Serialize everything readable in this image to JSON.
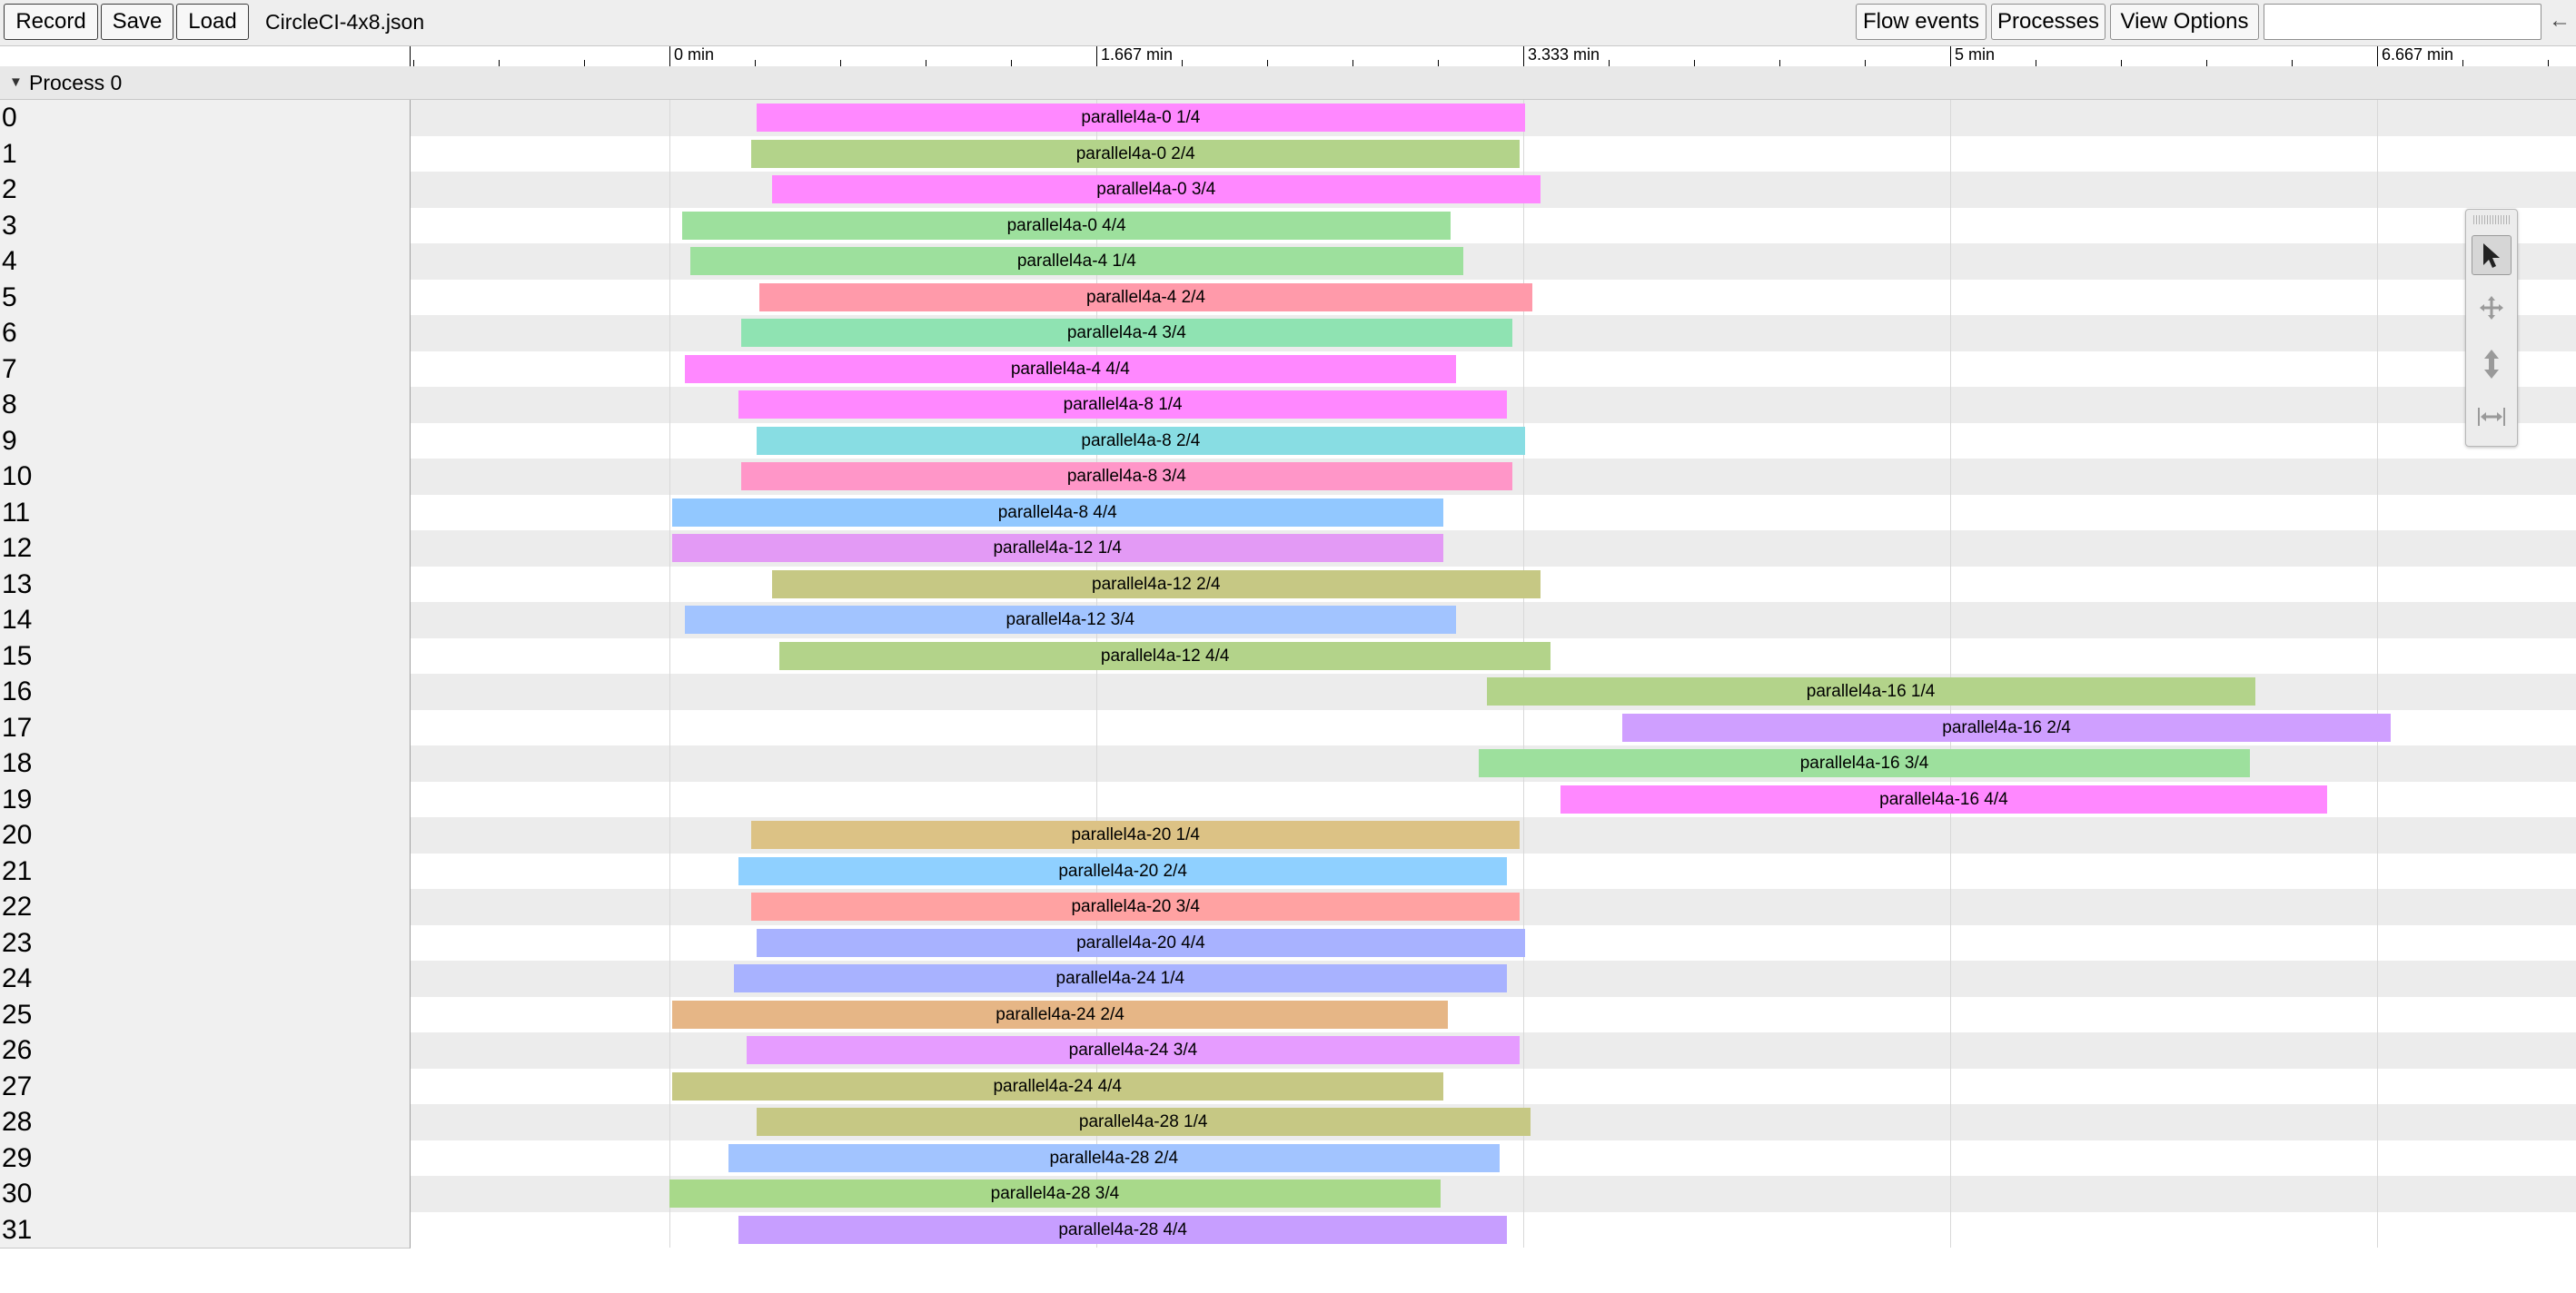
{
  "toolbar": {
    "record_label": "Record",
    "save_label": "Save",
    "load_label": "Load",
    "file_name": "CircleCI-4x8.json",
    "flow_events_label": "Flow events",
    "processes_label": "Processes",
    "view_options_label": "View Options",
    "search_value": "",
    "back_arrow": "←"
  },
  "ruler": {
    "labels": [
      "0 min",
      "1.667 min",
      "3.333 min",
      "5 min",
      "6.667 min"
    ]
  },
  "process": {
    "name": "Process 0",
    "expanded": true
  },
  "tracks": [
    {
      "id": "0",
      "slice": {
        "title": "parallel4a-0 1/4",
        "start": 0.34,
        "end": 3.34,
        "color": "#ff88ff"
      }
    },
    {
      "id": "1",
      "slice": {
        "title": "parallel4a-0 2/4",
        "start": 0.32,
        "end": 3.32,
        "color": "#b3d38a"
      }
    },
    {
      "id": "2",
      "slice": {
        "title": "parallel4a-0 3/4",
        "start": 0.4,
        "end": 3.4,
        "color": "#ff88ff"
      }
    },
    {
      "id": "3",
      "slice": {
        "title": "parallel4a-0 4/4",
        "start": 0.05,
        "end": 3.05,
        "color": "#9de09d"
      }
    },
    {
      "id": "4",
      "slice": {
        "title": "parallel4a-4 1/4",
        "start": 0.08,
        "end": 3.1,
        "color": "#9de09d"
      }
    },
    {
      "id": "5",
      "slice": {
        "title": "parallel4a-4 2/4",
        "start": 0.35,
        "end": 3.37,
        "color": "#ff9aaa"
      }
    },
    {
      "id": "6",
      "slice": {
        "title": "parallel4a-4 3/4",
        "start": 0.28,
        "end": 3.29,
        "color": "#8fe3b2"
      }
    },
    {
      "id": "7",
      "slice": {
        "title": "parallel4a-4 4/4",
        "start": 0.06,
        "end": 3.07,
        "color": "#ff88ff"
      }
    },
    {
      "id": "8",
      "slice": {
        "title": "parallel4a-8 1/4",
        "start": 0.27,
        "end": 3.27,
        "color": "#ff88ff"
      }
    },
    {
      "id": "9",
      "slice": {
        "title": "parallel4a-8 2/4",
        "start": 0.34,
        "end": 3.34,
        "color": "#88dde3"
      }
    },
    {
      "id": "10",
      "slice": {
        "title": "parallel4a-8 3/4",
        "start": 0.28,
        "end": 3.29,
        "color": "#ff96c8"
      }
    },
    {
      "id": "11",
      "slice": {
        "title": "parallel4a-8 4/4",
        "start": 0.01,
        "end": 3.02,
        "color": "#92c8ff"
      }
    },
    {
      "id": "12",
      "slice": {
        "title": "parallel4a-12 1/4",
        "start": 0.01,
        "end": 3.02,
        "color": "#e39af5"
      }
    },
    {
      "id": "13",
      "slice": {
        "title": "parallel4a-12 2/4",
        "start": 0.4,
        "end": 3.4,
        "color": "#c6c884"
      }
    },
    {
      "id": "14",
      "slice": {
        "title": "parallel4a-12 3/4",
        "start": 0.06,
        "end": 3.07,
        "color": "#a2c4ff"
      }
    },
    {
      "id": "15",
      "slice": {
        "title": "parallel4a-12 4/4",
        "start": 0.43,
        "end": 3.44,
        "color": "#b3d38a"
      }
    },
    {
      "id": "16",
      "slice": {
        "title": "parallel4a-16 1/4",
        "start": 3.19,
        "end": 6.19,
        "color": "#b3d38a"
      }
    },
    {
      "id": "17",
      "slice": {
        "title": "parallel4a-16 2/4",
        "start": 3.72,
        "end": 6.72,
        "color": "#cf9fff"
      }
    },
    {
      "id": "18",
      "slice": {
        "title": "parallel4a-16 3/4",
        "start": 3.16,
        "end": 6.17,
        "color": "#9de09d"
      }
    },
    {
      "id": "19",
      "slice": {
        "title": "parallel4a-16 4/4",
        "start": 3.48,
        "end": 6.47,
        "color": "#ff88ff"
      }
    },
    {
      "id": "20",
      "slice": {
        "title": "parallel4a-20 1/4",
        "start": 0.32,
        "end": 3.32,
        "color": "#dcc285"
      }
    },
    {
      "id": "21",
      "slice": {
        "title": "parallel4a-20 2/4",
        "start": 0.27,
        "end": 3.27,
        "color": "#8fd0ff"
      }
    },
    {
      "id": "22",
      "slice": {
        "title": "parallel4a-20 3/4",
        "start": 0.32,
        "end": 3.32,
        "color": "#ffa2a2"
      }
    },
    {
      "id": "23",
      "slice": {
        "title": "parallel4a-20 4/4",
        "start": 0.34,
        "end": 3.34,
        "color": "#a8b2ff"
      }
    },
    {
      "id": "24",
      "slice": {
        "title": "parallel4a-24 1/4",
        "start": 0.25,
        "end": 3.27,
        "color": "#a8b2ff"
      }
    },
    {
      "id": "25",
      "slice": {
        "title": "parallel4a-24 2/4",
        "start": 0.01,
        "end": 3.04,
        "color": "#e6b686"
      }
    },
    {
      "id": "26",
      "slice": {
        "title": "parallel4a-24 3/4",
        "start": 0.3,
        "end": 3.32,
        "color": "#e69cff"
      }
    },
    {
      "id": "27",
      "slice": {
        "title": "parallel4a-24 4/4",
        "start": 0.01,
        "end": 3.02,
        "color": "#c6c884"
      }
    },
    {
      "id": "28",
      "slice": {
        "title": "parallel4a-28 1/4",
        "start": 0.34,
        "end": 3.36,
        "color": "#c6c884"
      }
    },
    {
      "id": "29",
      "slice": {
        "title": "parallel4a-28 2/4",
        "start": 0.23,
        "end": 3.24,
        "color": "#a2c4ff"
      }
    },
    {
      "id": "30",
      "slice": {
        "title": "parallel4a-28 3/4",
        "start": 0.0,
        "end": 3.01,
        "color": "#a8d98a"
      }
    },
    {
      "id": "31",
      "slice": {
        "title": "parallel4a-28 4/4",
        "start": 0.27,
        "end": 3.27,
        "color": "#c79eff"
      }
    }
  ],
  "tool_palette": {
    "tools": [
      {
        "name": "select",
        "icon": "pointer-icon",
        "active": true
      },
      {
        "name": "pan",
        "icon": "move-icon",
        "active": false
      },
      {
        "name": "zoom",
        "icon": "zoom-vertical-icon",
        "active": false
      },
      {
        "name": "timing",
        "icon": "horizontal-range-icon",
        "active": false
      }
    ]
  }
}
